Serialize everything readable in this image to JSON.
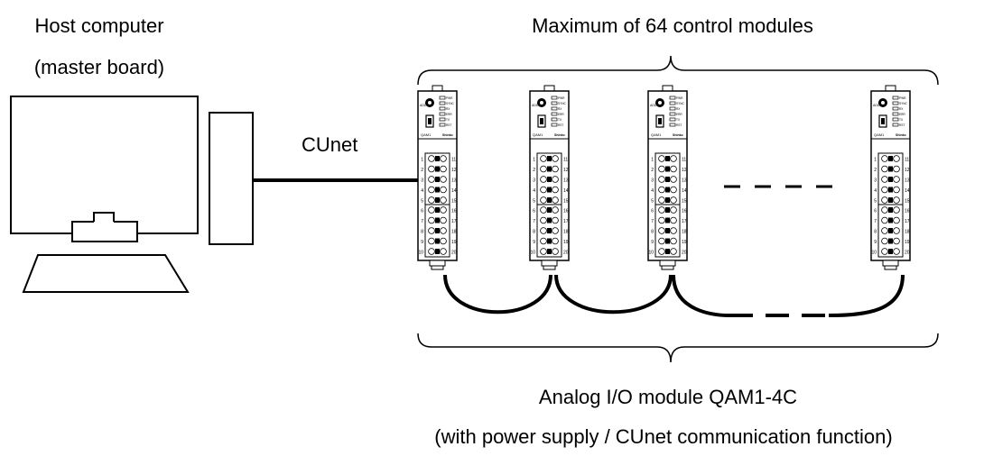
{
  "host": {
    "line1": "Host computer",
    "line2": "(master board)"
  },
  "network": {
    "label": "CUnet"
  },
  "modules": {
    "max_label": "Maximum of 64 control modules",
    "name_label": "Analog I/O module QAM1-4C",
    "function_label": "(with power supply / CUnet communication function)",
    "terminal_numbers_upper_left": [
      "1",
      "2",
      "3",
      "4",
      "5"
    ],
    "terminal_numbers_upper_right": [
      "11",
      "12",
      "13",
      "14",
      "15"
    ],
    "terminal_numbers_lower_left": [
      "6",
      "7",
      "8",
      "9",
      "10"
    ],
    "terminal_numbers_lower_right": [
      "16",
      "17",
      "18",
      "19",
      "20"
    ],
    "indicator_labels": [
      "PWR",
      "SYNC",
      "RX",
      "ERR",
      "TX",
      "RST"
    ],
    "brand": "Shinko",
    "model_mark": "QAM1",
    "rotary_switch_label": "ADD"
  }
}
